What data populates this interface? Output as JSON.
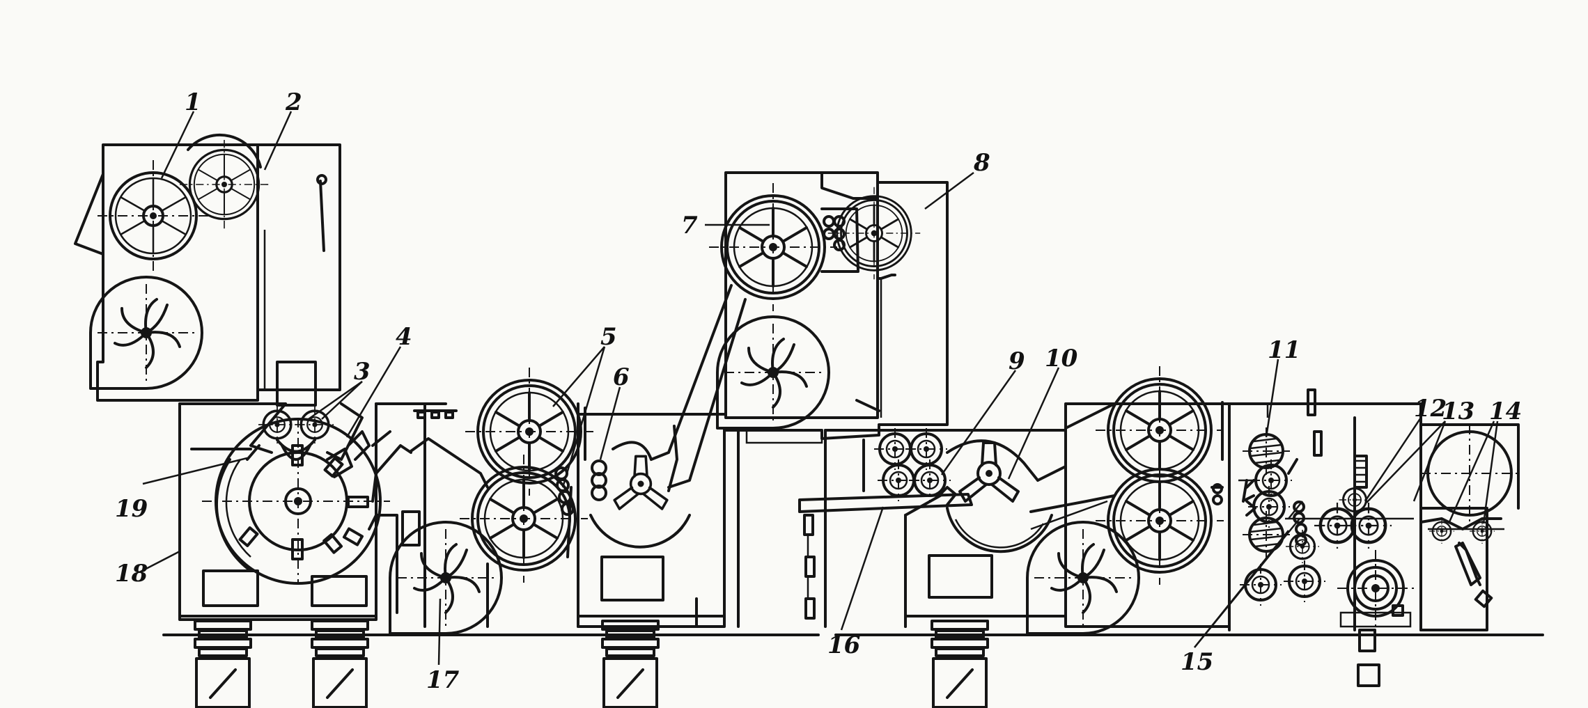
{
  "diagram": {
    "callout_labels": [
      {
        "id": "1",
        "text": "1"
      },
      {
        "id": "2",
        "text": "2"
      },
      {
        "id": "3",
        "text": "3"
      },
      {
        "id": "4",
        "text": "4"
      },
      {
        "id": "5",
        "text": "5"
      },
      {
        "id": "6",
        "text": "6"
      },
      {
        "id": "7",
        "text": "7"
      },
      {
        "id": "8",
        "text": "8"
      },
      {
        "id": "9",
        "text": "9"
      },
      {
        "id": "10",
        "text": "10"
      },
      {
        "id": "11",
        "text": "11"
      },
      {
        "id": "12",
        "text": "12"
      },
      {
        "id": "13",
        "text": "13"
      },
      {
        "id": "14",
        "text": "14"
      },
      {
        "id": "15",
        "text": "15"
      },
      {
        "id": "16",
        "text": "16"
      },
      {
        "id": "17",
        "text": "17"
      },
      {
        "id": "18",
        "text": "18"
      },
      {
        "id": "19",
        "text": "19"
      }
    ]
  }
}
